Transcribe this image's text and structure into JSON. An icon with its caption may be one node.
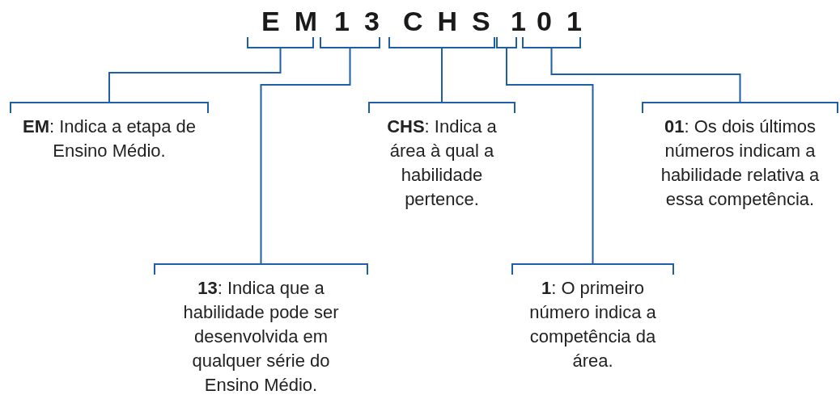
{
  "diagram": {
    "nodes": [
      {
        "text": [
          "EM"
        ]
      },
      {
        "text": [
          "13"
        ]
      },
      {
        "text": [
          "CHS"
        ]
      },
      {
        "text": [
          "1"
        ]
      },
      {
        "text": [
          "01"
        ]
      },
      {
        "text": [
          "**EM**: Indica a etapa de Ensino Médio."
        ]
      },
      {
        "text": [
          "**CHS**: Indica a área à qual a habilidade pertence."
        ]
      },
      {
        "text": [
          "**01**: Os dois últimos números indicam a habilidade relativa a essa competência."
        ]
      },
      {
        "text": [
          "**13**: Indica que a habilidade pode ser desenvolvida em qualquer série do Ensino Médio."
        ]
      },
      {
        "text": [
          "**1**: O primeiro número indica a competência da área."
        ]
      }
    ],
    "edges": [
      {
        "from": 0,
        "to": 5,
        "arrow": "none"
      },
      {
        "from": 1,
        "to": 8,
        "arrow": "none"
      },
      {
        "from": 2,
        "to": 6,
        "arrow": "none"
      },
      {
        "from": 3,
        "to": 9,
        "arrow": "none"
      },
      {
        "from": 4,
        "to": 7,
        "arrow": "none"
      }
    ]
  }
}
